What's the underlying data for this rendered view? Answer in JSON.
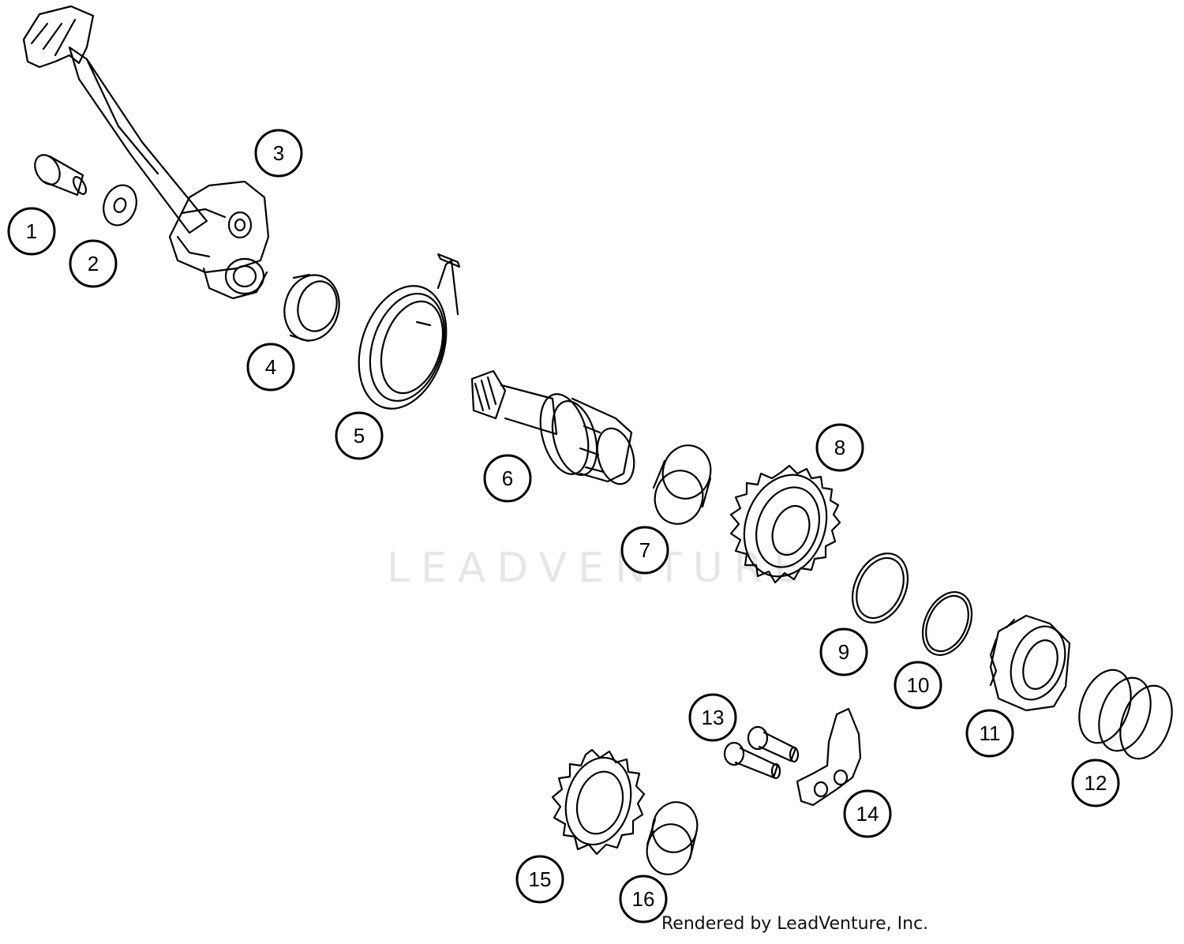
{
  "watermark": "LEADVENTURE",
  "credit": "Rendered by LeadVenture, Inc.",
  "callouts": [
    "1",
    "2",
    "3",
    "4",
    "5",
    "6",
    "7",
    "8",
    "9",
    "10",
    "11",
    "12",
    "13",
    "14",
    "15",
    "16"
  ]
}
